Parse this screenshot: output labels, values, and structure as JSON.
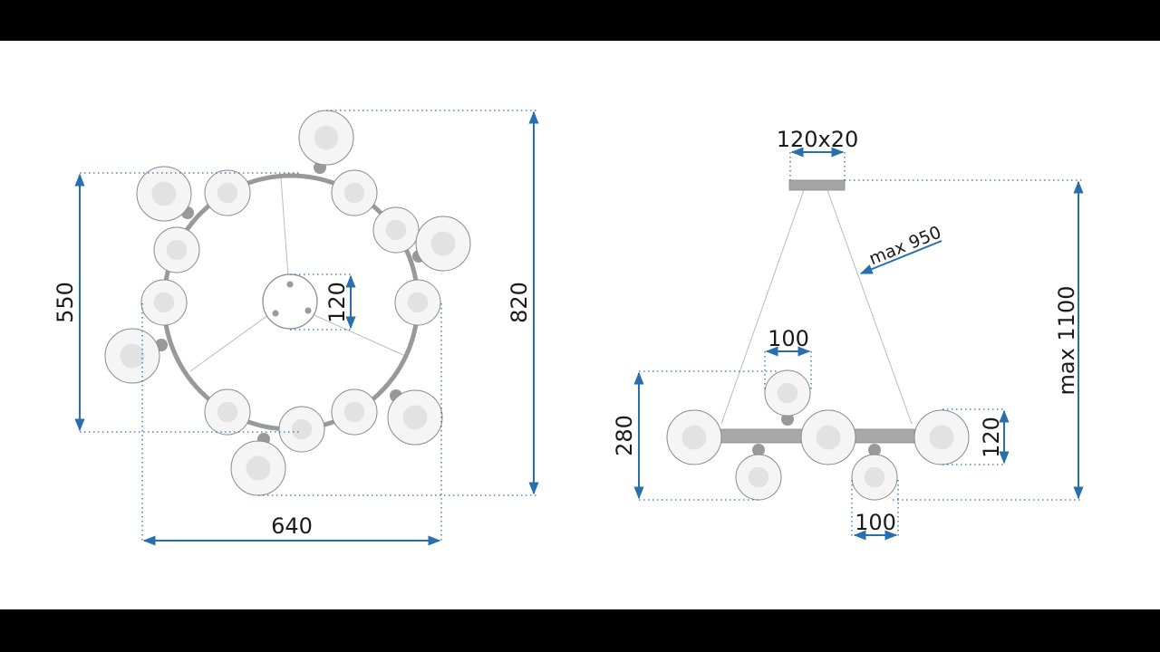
{
  "title": "Pendant lamp dimension drawing",
  "colors": {
    "dimension": "#2a6fad",
    "frame": "#999999",
    "background": "#ffffff"
  },
  "top_view": {
    "height_label": "550",
    "width_label": "640",
    "overall_label": "820",
    "canopy_label": "120"
  },
  "side_view": {
    "canopy_label": "120x20",
    "cable_label": "max 950",
    "total_height_label": "max 1100",
    "body_height_label": "280",
    "globe_small_label": "100",
    "globe_small_label_bottom": "100",
    "globe_large_label": "120"
  }
}
